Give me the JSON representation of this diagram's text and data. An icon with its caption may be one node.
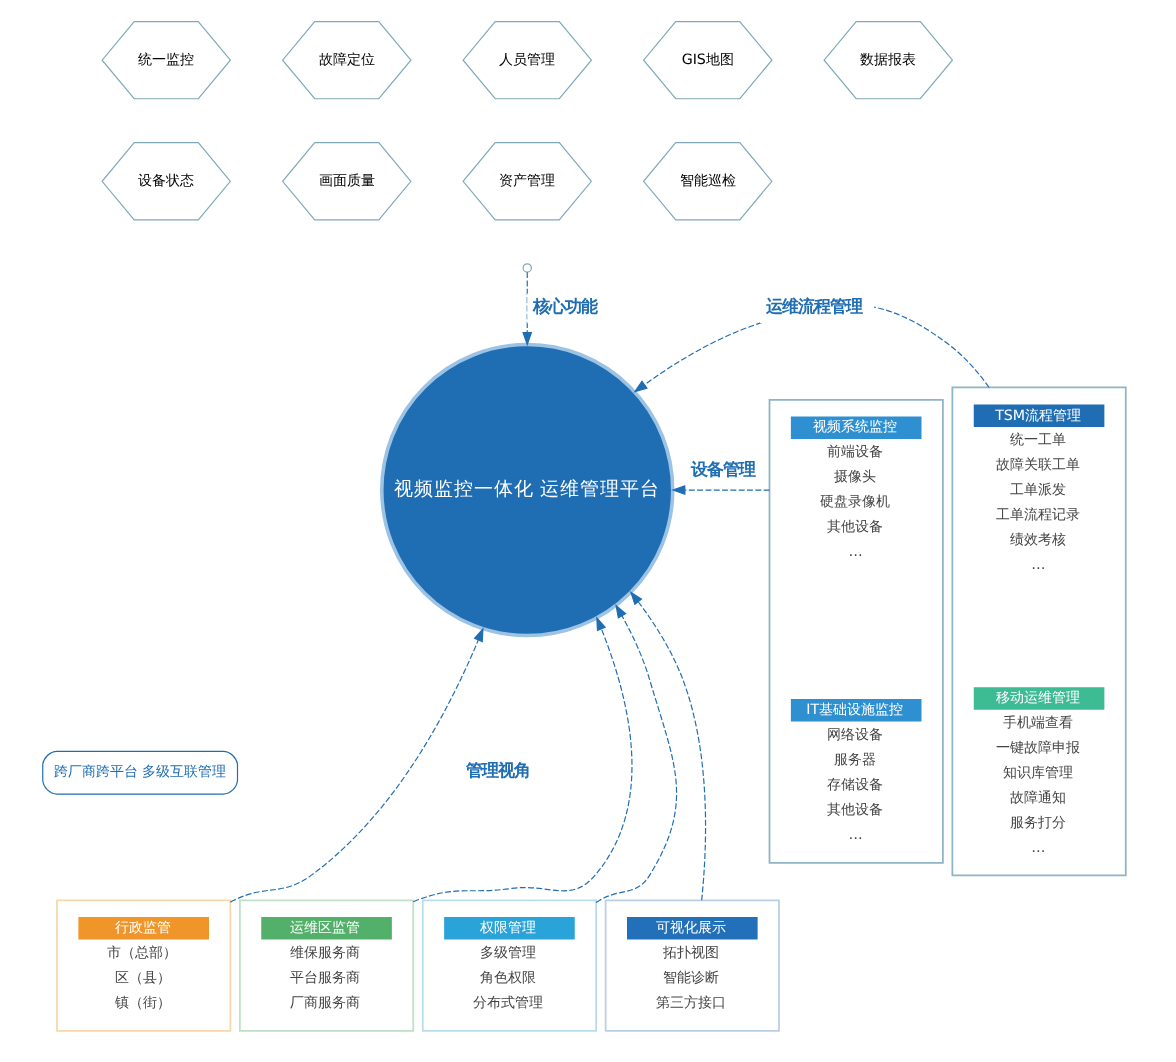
{
  "diagram": {
    "nodes": [
      {
        "text": [
          "统一监控"
        ]
      },
      {
        "text": [
          "设备状态"
        ]
      },
      {
        "text": [
          "故障定位"
        ]
      },
      {
        "text": [
          "画面质量"
        ]
      },
      {
        "text": [
          "人员管理"
        ]
      },
      {
        "text": [
          "资产管理"
        ]
      },
      {
        "text": [
          "GIS地图"
        ]
      },
      {
        "text": [
          "智能巡检"
        ]
      },
      {
        "text": [
          "数据报表"
        ]
      },
      {
        "text": [
          "视频监控一体化 运维管理平台"
        ]
      },
      {
        "text": [
          "跨厂商跨平台 多级互联管理"
        ]
      },
      {
        "text": [],
        "shape": "box"
      },
      {
        "text": [
          "视频系统监控"
        ],
        "in": 11,
        "beside": [
          "前端设备",
          "摄像头",
          "硬盘录像机",
          "其他设备",
          "…"
        ]
      },
      {
        "text": [
          "IT基础设施监控"
        ],
        "in": 11,
        "beside": [
          "网络设备",
          "服务器",
          "存储设备",
          "其他设备",
          "…"
        ]
      },
      {
        "text": [],
        "shape": "box"
      },
      {
        "text": [
          "TSM流程管理"
        ],
        "in": 14,
        "beside": [
          "统一工单",
          "故障关联工单",
          "工单派发",
          "工单流程记录",
          "绩效考核",
          "…"
        ]
      },
      {
        "text": [
          "移动运维管理"
        ],
        "in": 14,
        "beside": [
          "手机端查看",
          "一键故障申报",
          "知识库管理",
          "故障通知",
          "服务打分",
          "…"
        ]
      },
      {
        "text": [],
        "shape": "box"
      },
      {
        "text": [
          "行政监管"
        ],
        "in": 17,
        "beside": [
          "市（总部）",
          "区（县）",
          "镇（街）"
        ]
      },
      {
        "text": [],
        "shape": "box"
      },
      {
        "text": [
          "运维区监管"
        ],
        "in": 19,
        "beside": [
          "维保服务商",
          "平台服务商",
          "厂商服务商"
        ]
      },
      {
        "text": [],
        "shape": "box"
      },
      {
        "text": [
          "权限管理"
        ],
        "in": 21,
        "beside": [
          "多级管理",
          "角色权限",
          "分布式管理"
        ]
      },
      {
        "text": [],
        "shape": "box"
      },
      {
        "text": [
          "可视化展示"
        ],
        "in": 23,
        "beside": [
          "拓扑视图",
          "智能诊断",
          "第三方接口"
        ]
      }
    ],
    "edges": [
      {
        "from": null,
        "to": 9,
        "arrow": "to",
        "style": "dashed",
        "label": "核心功能"
      },
      {
        "from": 11,
        "to": 9,
        "arrow": "to",
        "style": "dashed",
        "label": "设备管理"
      },
      {
        "from": 14,
        "to": 9,
        "arrow": "to",
        "style": "dashed",
        "label": "运维流程管理"
      },
      {
        "from": 17,
        "to": 9,
        "arrow": "to",
        "style": "dashed",
        "label": "管理视角"
      },
      {
        "from": 19,
        "to": 9,
        "arrow": "to",
        "style": "dashed"
      },
      {
        "from": 21,
        "to": 9,
        "arrow": "to",
        "style": "dashed"
      },
      {
        "from": 23,
        "to": 9,
        "arrow": "to",
        "style": "dashed"
      }
    ]
  }
}
